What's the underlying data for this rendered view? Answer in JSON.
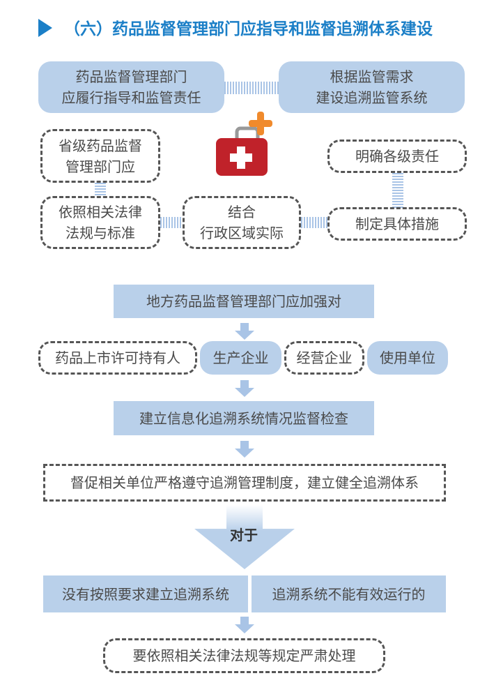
{
  "title": "（六）药品监督管理部门应指导和监督追溯体系建设",
  "top_boxes": [
    {
      "line1": "药品监督管理部门",
      "line2": "应履行指导和监管责任"
    },
    {
      "line1": "根据监管需求",
      "line2": "建设追溯监管系统"
    }
  ],
  "left_boxes": [
    {
      "line1": "省级药品监督",
      "line2": "管理部门应"
    },
    {
      "line1": "依照相关法律",
      "line2": "法规与标准"
    }
  ],
  "middle_box": {
    "line1": "结合",
    "line2": "行政区域实际"
  },
  "right_boxes": [
    "明确各级责任",
    "制定具体措施"
  ],
  "strengthen": "地方药品监督管理部门应加强对",
  "entities": [
    "药品上市许可持有人",
    "生产企业",
    "经营企业",
    "使用单位"
  ],
  "inspection": "建立信息化追溯系统情况监督检查",
  "urge": "督促相关单位严格遵守追溯管理制度，建立健全追溯体系",
  "for_label": "对于",
  "cases": [
    "没有按照要求建立追溯系统",
    "追溯系统不能有效运行的"
  ],
  "result": "要依照相关法律法规等规定严肃处理",
  "colors": {
    "accent": "#1b7fc7",
    "box": "#b9d0ea",
    "kit": "#c0222a",
    "plus": "#f08a2c"
  }
}
